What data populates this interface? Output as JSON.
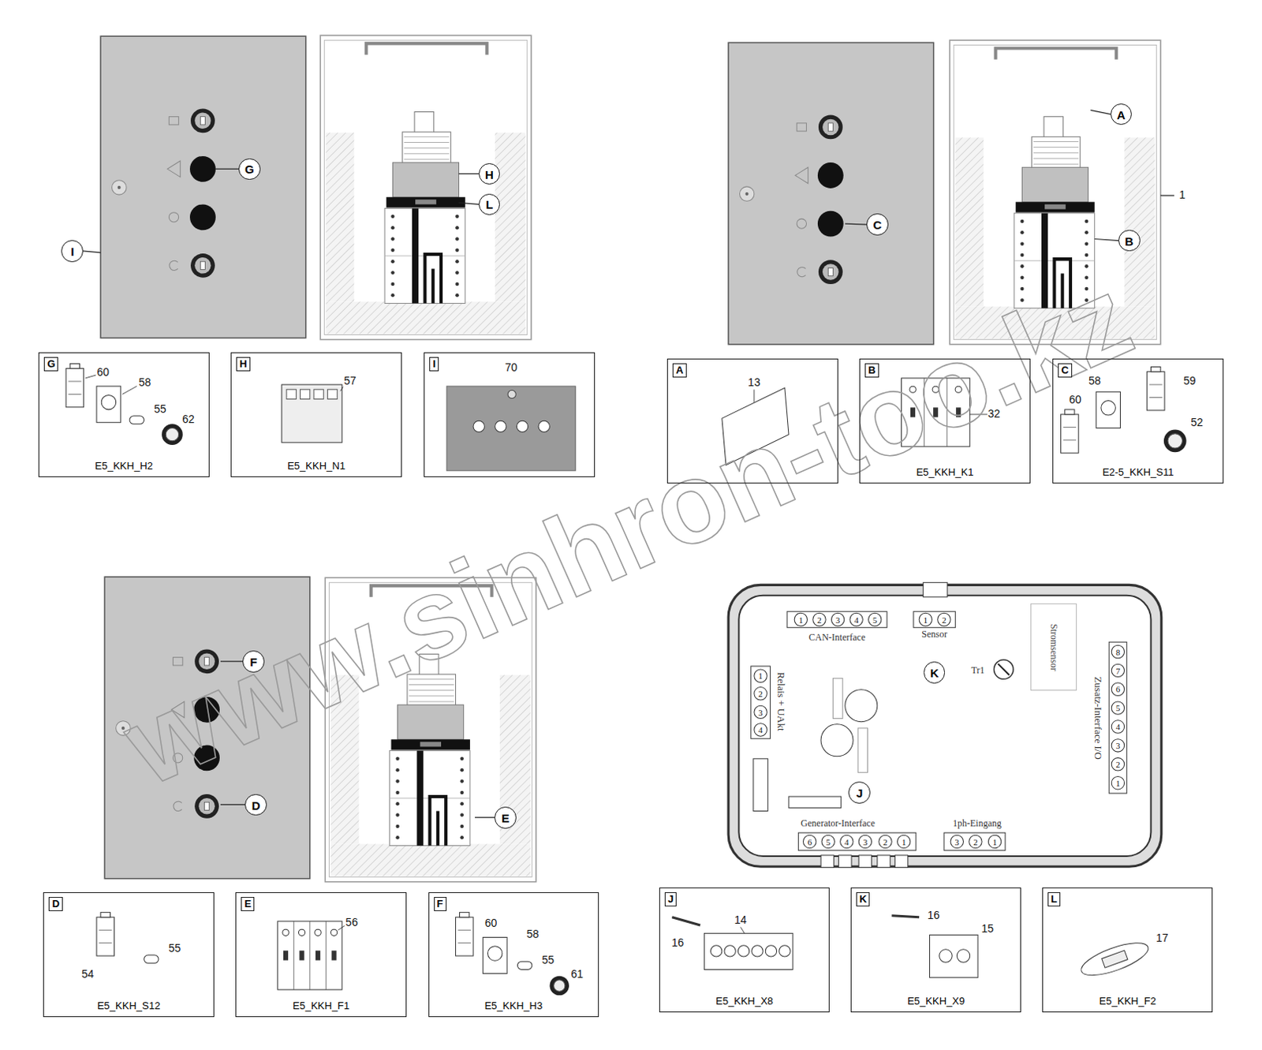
{
  "diagram": {
    "nodes": [
      {
        "text": [
          "G"
        ]
      },
      {
        "text": [
          "H"
        ]
      },
      {
        "text": [
          "L"
        ]
      },
      {
        "text": [
          "I"
        ]
      },
      {
        "text": [
          "A"
        ]
      },
      {
        "text": [
          "C"
        ]
      },
      {
        "text": [
          "B"
        ]
      },
      {
        "text": [
          "G",
          "E5_KKH_H2"
        ]
      },
      {
        "text": [
          "H",
          "E5_KKH_N1"
        ]
      },
      {
        "text": [
          "I"
        ]
      },
      {
        "text": [
          "A"
        ]
      },
      {
        "text": [
          "B",
          "E5_KKH_K1"
        ]
      },
      {
        "text": [
          "C",
          "E2-5_KKH_S11"
        ]
      },
      {
        "text": [
          "F"
        ]
      },
      {
        "text": [
          "D"
        ]
      },
      {
        "text": [
          "E"
        ]
      },
      {
        "text": [
          "Stromsensor"
        ]
      },
      {
        "text": [
          "K"
        ]
      },
      {
        "text": [
          "J"
        ]
      },
      {
        "text": [
          "D",
          "E5_KKH_S12"
        ]
      },
      {
        "text": [
          "E",
          "E5_KKH_F1"
        ]
      },
      {
        "text": [
          "F",
          "E5_KKH_H3"
        ]
      },
      {
        "text": [
          "J",
          "E5_KKH_X8"
        ]
      },
      {
        "text": [
          "K",
          "E5_KKH_X9"
        ]
      },
      {
        "text": [
          "L",
          "E5_KKH_F2"
        ]
      }
    ],
    "labels": [
      "1",
      "60",
      "58",
      "55",
      "62",
      "57",
      "70",
      "13",
      "32",
      "58",
      "59",
      "60",
      "52",
      "55",
      "54",
      "56",
      "60",
      "58",
      "55",
      "61",
      "16",
      "14",
      "16",
      "15",
      "17",
      "CAN-Interface",
      "1",
      "2",
      "3",
      "4",
      "5",
      "Sensor",
      "1",
      "2",
      "Tr1",
      "Relais + UAkt",
      "1",
      "2",
      "3",
      "4",
      "Zusatz-Interface I/O",
      "8",
      "7",
      "6",
      "5",
      "4",
      "3",
      "2",
      "1",
      "Generator-Interface",
      "6",
      "5",
      "4",
      "3",
      "2",
      "1",
      "1ph-Eingang",
      "3",
      "2",
      "1",
      "www.sinhron-too.kz"
    ]
  }
}
